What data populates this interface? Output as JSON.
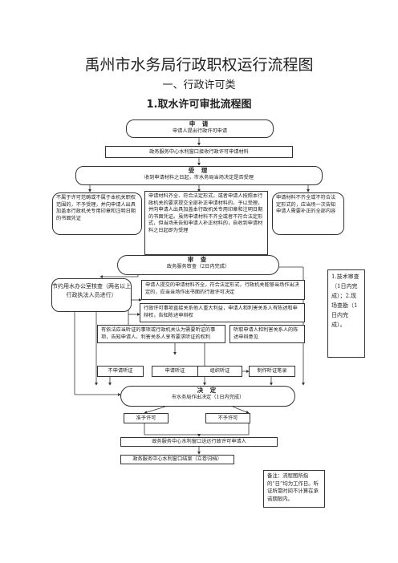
{
  "page": {
    "title": "禹州市水务局行政职权运行流程图",
    "section": "一、行政许可类",
    "chart_title": "1.取水许可审批流程图"
  },
  "nodes": {
    "apply_head": "申  请",
    "apply_body": "申请人提出行政许可申请",
    "receive": "政务服务中心水利窗口接收行政许可申请材料",
    "accept_head": "受  理",
    "accept_body": "收到申请材料之日起，市水务局当场决定是否受理",
    "reject": "不属于许可范畴或不属于本机关职权范围的，不予受理，并向申请人出具加盖本行政机关专用印章和注明日期的书面凭证",
    "accept_ok": "申请材料齐全、符合法定形式，或者申请人按照本行政机关的要求提交全部补正申请材料的，予以受理，并向申请人出具加盖本行政机关专用印章和注明日期的书面凭证。虽然申请材料不齐全或者不符合法定形式，但当场未告知申请人补正材料的，自收到申请材料之日起即为受理",
    "supplement": "申请材料不齐全或不符合法定形式的，应当场一次告知申请人需要补正的全部内容",
    "review_head": "审  查",
    "review_body": "政务服务审查（2日内完成）",
    "left_note": "节约用水办公室核查（两名以上行政执法人员进行）",
    "right_note": "1.技术审查（1日内完成）；2.现场查勘（1日内完成）。",
    "review_ok": "申请人提交的申请材料齐全，符合法定形式，行政机关能够当场作出决定的，应当当场作出书面的行政许可决定",
    "interest": "行政许可事项直接关系他人重大利益，申请人和利害关系人有陈述和申辩权，告知陈述申辩权",
    "hearing_notice": "有依法应当听证的事项或行政机关认为需要听证的事项，告知申请人、利害关系人享有要求听证的权利",
    "statement": "听取申请人和利害关系人的陈述申辩意见",
    "no_hearing": "不申请听证",
    "apply_hearing": "申请听证",
    "organize_hearing": "组织听证",
    "hearing_record": "制作听证笔录",
    "decide_head": "决  定",
    "decide_body": "市水务局作出决定（1日内完成）",
    "grant": "准予许可",
    "deny": "不予许可",
    "deliver": "政务服务中心水利窗口送达行政许可申请人",
    "archive": "政务服务中心水利窗口结案（立卷归档）",
    "remark": "备注：流程图所指的“日”均为工作日。听证所需时间不计算在承诺期限内。"
  }
}
